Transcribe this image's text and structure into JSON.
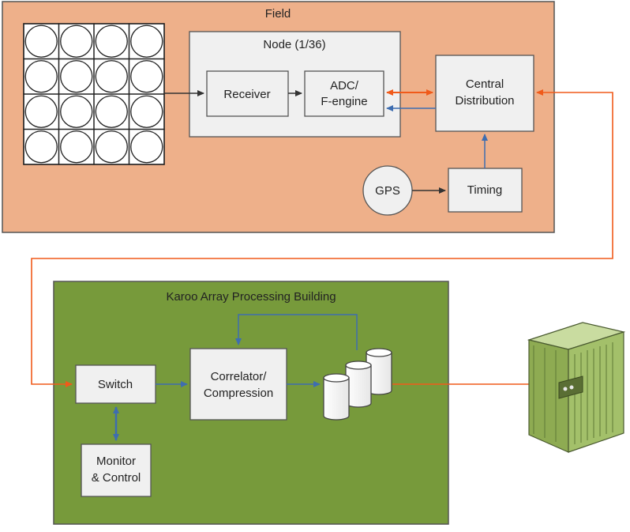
{
  "field": {
    "label": "Field",
    "node_label": "Node (1/36)",
    "receiver": "Receiver",
    "adc_line1": "ADC/",
    "adc_line2": "F-engine",
    "central_line1": "Central",
    "central_line2": "Distribution",
    "gps": "GPS",
    "timing": "Timing"
  },
  "building": {
    "label": "Karoo Array Processing Building",
    "switch": "Switch",
    "correlator_line1": "Correlator/",
    "correlator_line2": "Compression",
    "monitor_line1": "Monitor",
    "monitor_line2": "& Control"
  },
  "colors": {
    "field_fill": "#eeb08a",
    "building_fill": "#779a3b",
    "box_fill": "#f0f0f0",
    "orange_link": "#f05a1a",
    "blue_link": "#3e6db0",
    "black_link": "#333333",
    "server_fill": "#a3c06a"
  },
  "icons": {
    "antenna_array": "antenna-array-icon",
    "storage": "storage-cylinders-icon",
    "server": "server-icon"
  }
}
